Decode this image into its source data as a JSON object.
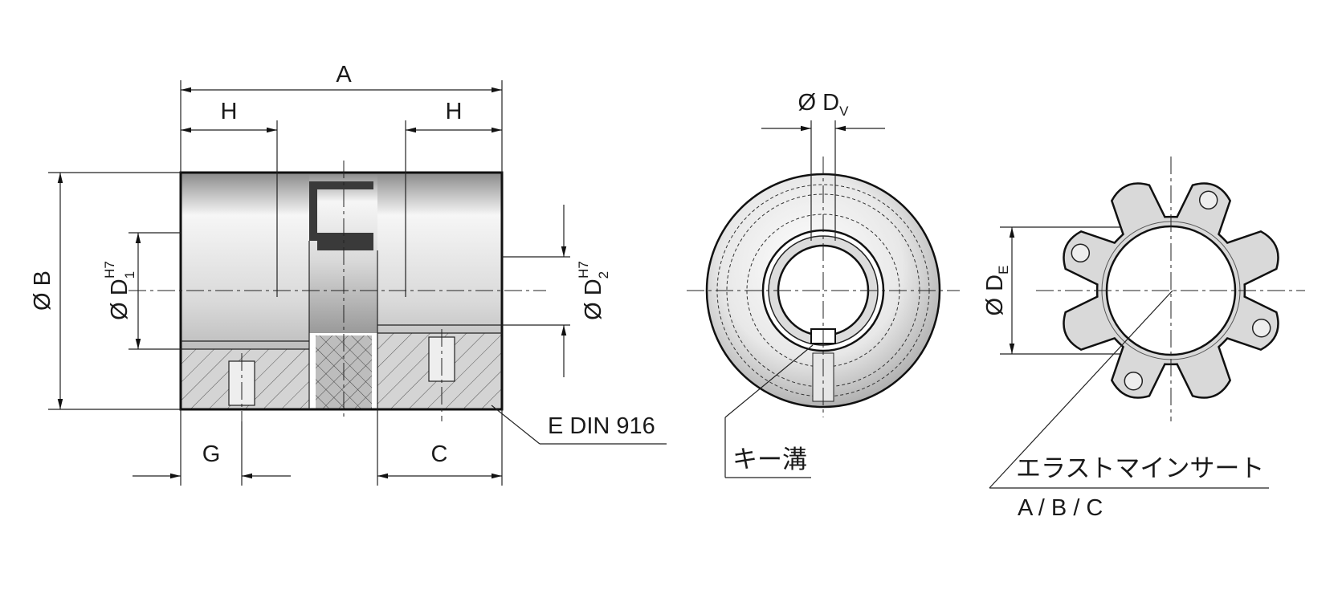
{
  "labels": {
    "A": "A",
    "H_left": "H",
    "H_right": "H",
    "B": "Ø B",
    "D1_main": "Ø D",
    "D1_sub": "1",
    "D1_sup": "H7",
    "D2_main": "Ø D",
    "D2_sub": "2",
    "D2_sup": "H7",
    "G": "G",
    "C": "C",
    "set_screw": "E DIN 916",
    "Dv_main": "Ø D",
    "Dv_sub": "V",
    "keyway": "キー溝",
    "De_main": "Ø D",
    "De_sub": "E",
    "elastomer": "エラストマインサート",
    "grades": "A / B / C"
  },
  "colors": {
    "line": "#111111",
    "metal_light": "#f4f4f4",
    "metal_dark": "#8a8a8a",
    "elastomer_fill": "#d6d6d6"
  }
}
